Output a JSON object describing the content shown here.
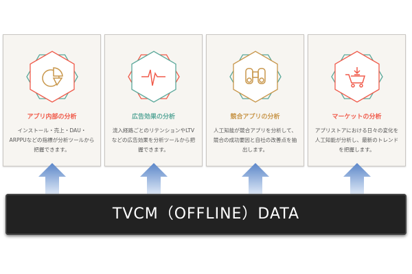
{
  "cards": [
    {
      "title": "アプリ内部の分析",
      "desc": "インストール・売上・DAU・ARPPUなどの指標が分析ツールから把握できます。",
      "icon": "pie-chart-icon",
      "color": "#f05a4a"
    },
    {
      "title": "広告効果の分析",
      "desc": "流入経路ごとのリテンションやLTVなどの広告効果を分析ツールから把握できます。",
      "icon": "heartbeat-icon",
      "color": "#5aa89a"
    },
    {
      "title": "競合アプリの分析",
      "desc": "人工知能が競合アプリを分析して、競合の成功要因と自社の改善点を抽出します。",
      "icon": "binoculars-icon",
      "color": "#c8964a"
    },
    {
      "title": "マーケットの分析",
      "desc": "アプリストアにおける日々の変化を人工知能が分析し、最新のトレンドを把握します。",
      "icon": "shopping-cart-icon",
      "color": "#f05a4a"
    }
  ],
  "bar_label": "TVCM（OFFLINE）DATA"
}
